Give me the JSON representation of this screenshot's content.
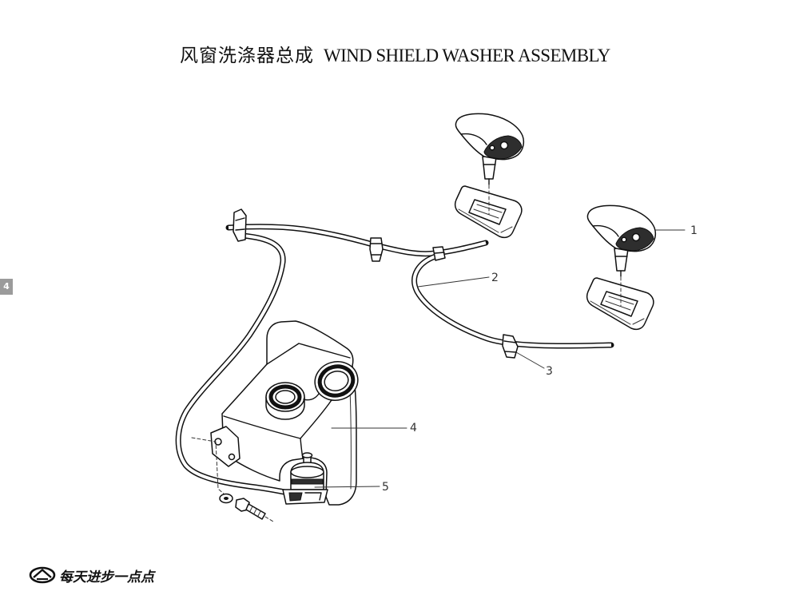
{
  "title": {
    "zh": "风窗洗涤器总成",
    "en": "WIND SHIELD WASHER ASSEMBLY"
  },
  "side_tab": "4",
  "callouts": [
    "1",
    "2",
    "3",
    "4",
    "5"
  ],
  "footer": {
    "logo_text": "每天进步一点点"
  },
  "colors": {
    "line": "#111111",
    "side_tab_bg": "#9b9b9b",
    "callout_text": "#333333"
  }
}
